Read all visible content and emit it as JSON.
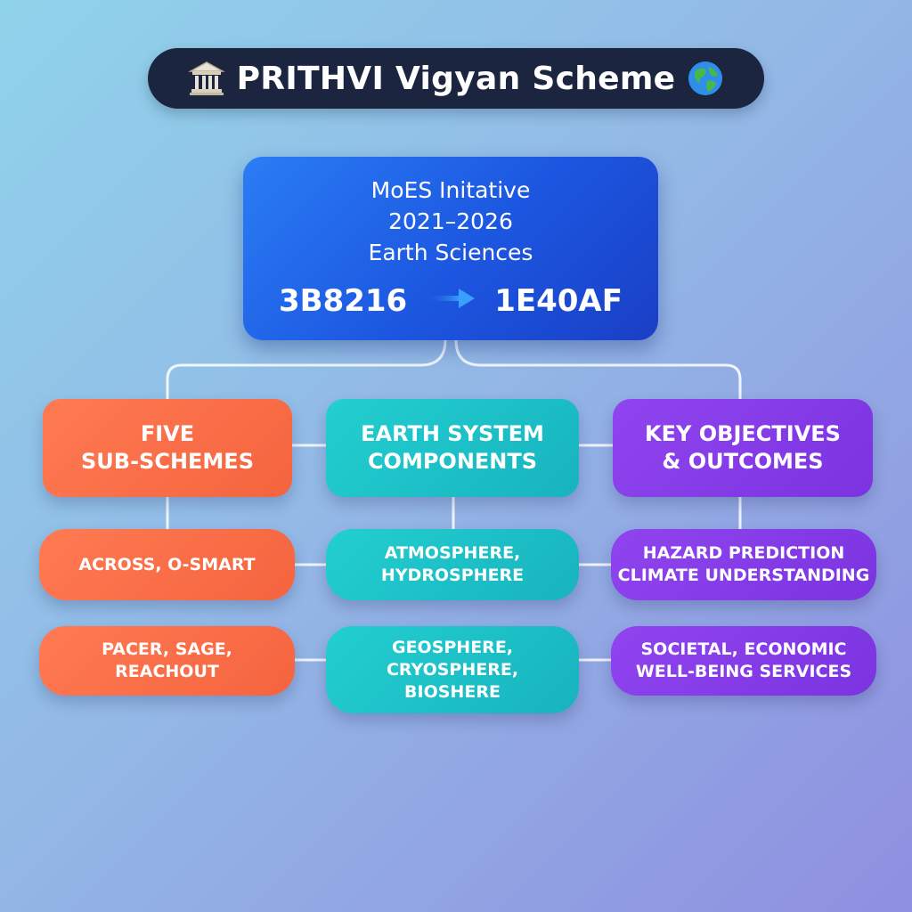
{
  "title": {
    "text": "PRITHVI Vigyan Scheme",
    "left_icon": "bank-building-icon",
    "right_icon": "globe-icon"
  },
  "root": {
    "line1": "MoES Initative",
    "line2": "2021–2026",
    "line3": "Earth Sciences",
    "code_from": "3B8216",
    "code_to": "1E40AF",
    "arrow_icon": "arrow-right-icon"
  },
  "columns": [
    {
      "header": [
        "FIVE",
        "SUB-SCHEMES"
      ],
      "items": [
        [
          "ACROSS, O-SMART"
        ],
        [
          "PACER, SAGE,",
          "REACHOUT"
        ]
      ]
    },
    {
      "header": [
        "EARTH SYSTEM",
        "COMPONENTS"
      ],
      "items": [
        [
          "ATMOSPHERE,",
          "HYDROSPHERE"
        ],
        [
          "GEOSPHERE,",
          "CRYOSPHERE,",
          "BIOSHERE"
        ]
      ]
    },
    {
      "header": [
        "KEY OBJECTIVES",
        "& OUTCOMES"
      ],
      "items": [
        [
          "HAZARD PREDICTION",
          "CLIMATE UNDERSTANDING"
        ],
        [
          "SOCIETAL, ECONOMIC",
          "WELL-BEING SERVICES"
        ]
      ]
    }
  ],
  "colors": {
    "title_bg": "#1b2540",
    "root": "#1c56e0",
    "orange": "#f4643f",
    "teal": "#18b3bf",
    "purple": "#7b34e0",
    "connector": "#ffffff"
  }
}
